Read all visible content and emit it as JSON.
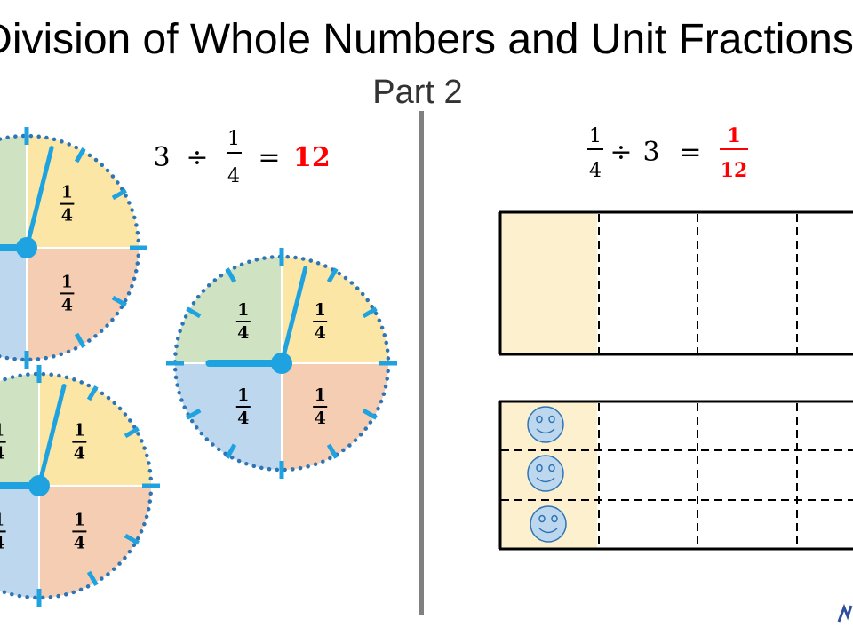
{
  "slide": {
    "title": "Division of Whole Numbers and Unit Fractions",
    "subtitle": "Part 2"
  },
  "left_equation": {
    "whole": "3",
    "operator": "÷",
    "fraction_numerator": "1",
    "fraction_denominator": "4",
    "equals": "=",
    "result": "12"
  },
  "right_equation": {
    "fraction_numerator": "1",
    "fraction_denominator": "4",
    "operator": "÷",
    "whole": "3",
    "equals": "=",
    "result_numerator": "1",
    "result_denominator": "12"
  },
  "clock_quarter_label": {
    "numerator": "1",
    "denominator": "4"
  },
  "colors": {
    "quarter_green": "#cfe3c2",
    "quarter_yellow": "#fbe6a6",
    "quarter_orange": "#f5cdb3",
    "quarter_blue": "#bdd7ee",
    "clock_blue": "#1fa3e0",
    "dots_blue": "#2e75b6",
    "result_red": "#ff0000",
    "shaded_part": "#fdf0cf",
    "divider_grey": "#808080",
    "face_fill": "#bdd7ee",
    "face_stroke": "#2e75b6"
  },
  "icons": {
    "face": "smiley-face-icon"
  }
}
